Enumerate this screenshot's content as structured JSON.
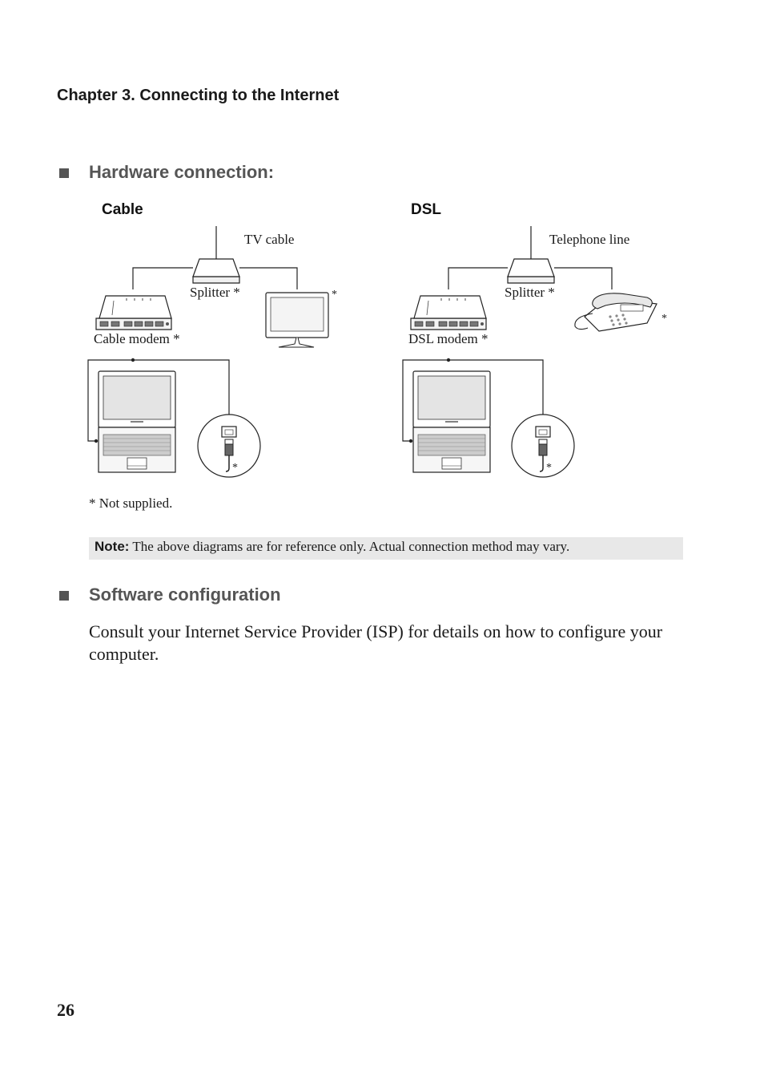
{
  "chapter_title": "Chapter 3. Connecting to the Internet",
  "hardware": {
    "title": "Hardware connection:",
    "cable": {
      "header": "Cable",
      "tv_cable": "TV cable",
      "splitter": "Splitter *",
      "tv_asterisk": "*",
      "modem": "Cable modem *",
      "cable_asterisk": "*"
    },
    "dsl": {
      "header": "DSL",
      "telephone_line": "Telephone line",
      "splitter": "Splitter *",
      "phone_asterisk": "*",
      "modem": "DSL modem *",
      "cable_asterisk": "*"
    },
    "footnote": "* Not supplied."
  },
  "note": {
    "label": "Note:",
    "text": " The above diagrams are for reference only. Actual connection method may vary."
  },
  "software": {
    "title": "Software configuration",
    "body": "Consult your Internet Service Provider (ISP) for details on how to configure your computer."
  },
  "page_number": "26",
  "icons": [
    "splitter-icon",
    "cable-modem-icon",
    "dsl-modem-icon",
    "tv-monitor-icon",
    "telephone-icon",
    "laptop-icon",
    "ethernet-port-icon"
  ]
}
